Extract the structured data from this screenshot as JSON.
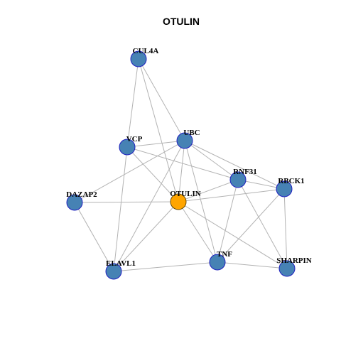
{
  "title": "OTULIN",
  "colors": {
    "node_fill": "#4682b4",
    "node_stroke": "#2020c0",
    "center_fill": "#ffa500",
    "center_stroke": "#6a4a00",
    "edge": "#b3b3b3"
  },
  "nodes": [
    {
      "id": "CUL4A",
      "label": "CUL4A",
      "center": false
    },
    {
      "id": "UBC",
      "label": "UBC",
      "center": false
    },
    {
      "id": "VCP",
      "label": "VCP",
      "center": false
    },
    {
      "id": "RNF31",
      "label": "RNF31",
      "center": false
    },
    {
      "id": "RBCK1",
      "label": "RBCK1",
      "center": false
    },
    {
      "id": "DAZAP2",
      "label": "DAZAP2",
      "center": false
    },
    {
      "id": "OTULIN",
      "label": "OTULIN",
      "center": true
    },
    {
      "id": "TNF",
      "label": "TNF",
      "center": false
    },
    {
      "id": "SHARPIN",
      "label": "SHARPIN",
      "center": false
    },
    {
      "id": "ELAVL1",
      "label": "ELAVL1",
      "center": false
    }
  ],
  "edges": [
    [
      "CUL4A",
      "UBC"
    ],
    [
      "CUL4A",
      "VCP"
    ],
    [
      "CUL4A",
      "OTULIN"
    ],
    [
      "VCP",
      "UBC"
    ],
    [
      "VCP",
      "RNF31"
    ],
    [
      "VCP",
      "OTULIN"
    ],
    [
      "VCP",
      "ELAVL1"
    ],
    [
      "UBC",
      "DAZAP2"
    ],
    [
      "UBC",
      "OTULIN"
    ],
    [
      "UBC",
      "RNF31"
    ],
    [
      "UBC",
      "RBCK1"
    ],
    [
      "UBC",
      "TNF"
    ],
    [
      "UBC",
      "ELAVL1"
    ],
    [
      "RNF31",
      "OTULIN"
    ],
    [
      "RNF31",
      "RBCK1"
    ],
    [
      "RNF31",
      "TNF"
    ],
    [
      "RNF31",
      "SHARPIN"
    ],
    [
      "RBCK1",
      "OTULIN"
    ],
    [
      "RBCK1",
      "TNF"
    ],
    [
      "RBCK1",
      "SHARPIN"
    ],
    [
      "DAZAP2",
      "OTULIN"
    ],
    [
      "DAZAP2",
      "ELAVL1"
    ],
    [
      "OTULIN",
      "TNF"
    ],
    [
      "OTULIN",
      "SHARPIN"
    ],
    [
      "OTULIN",
      "ELAVL1"
    ],
    [
      "TNF",
      "ELAVL1"
    ],
    [
      "TNF",
      "SHARPIN"
    ]
  ]
}
